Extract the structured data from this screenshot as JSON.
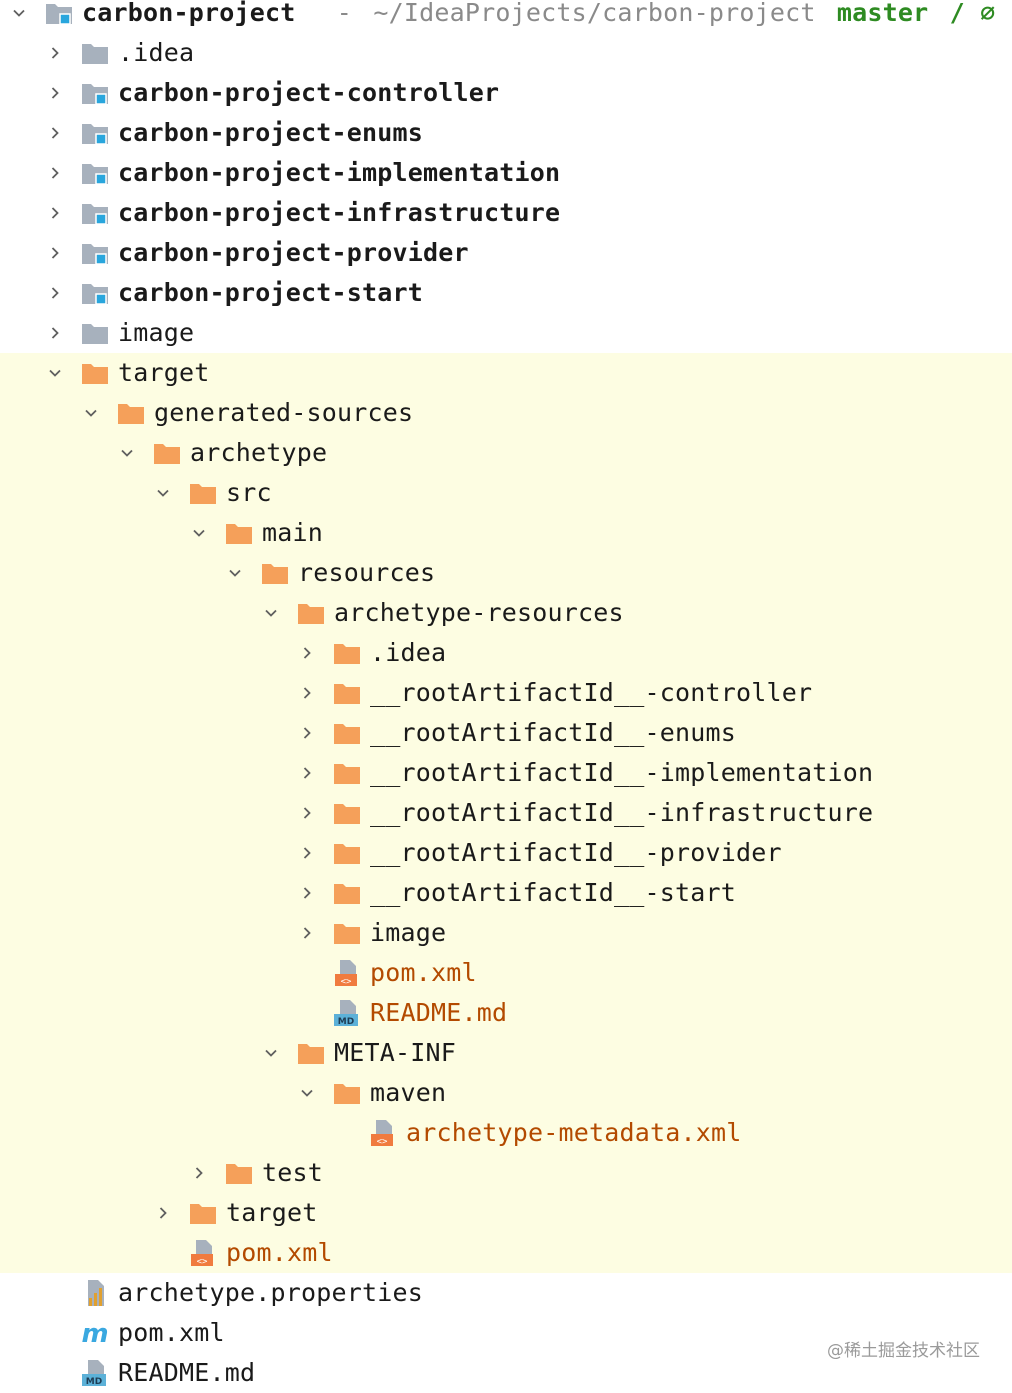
{
  "header": {
    "project_name": "carbon-project",
    "separator": "-",
    "path": "~/IdeaProjects/carbon-project",
    "branch": "master",
    "branch_suffix": "/ ⌀"
  },
  "tree": [
    {
      "name": "module-folder-icon",
      "level": 1,
      "expanded": false,
      "icon": "folder-grey",
      "label": ".idea",
      "style": "normal",
      "hl": false
    },
    {
      "name": "module-folder-icon",
      "level": 1,
      "expanded": false,
      "icon": "module",
      "label": "carbon-project-controller",
      "style": "bold",
      "hl": false
    },
    {
      "name": "module-folder-icon",
      "level": 1,
      "expanded": false,
      "icon": "module",
      "label": "carbon-project-enums",
      "style": "bold",
      "hl": false
    },
    {
      "name": "module-folder-icon",
      "level": 1,
      "expanded": false,
      "icon": "module",
      "label": "carbon-project-implementation",
      "style": "bold",
      "hl": false
    },
    {
      "name": "module-folder-icon",
      "level": 1,
      "expanded": false,
      "icon": "module",
      "label": "carbon-project-infrastructure",
      "style": "bold",
      "hl": false
    },
    {
      "name": "module-folder-icon",
      "level": 1,
      "expanded": false,
      "icon": "module",
      "label": "carbon-project-provider",
      "style": "bold",
      "hl": false
    },
    {
      "name": "module-folder-icon",
      "level": 1,
      "expanded": false,
      "icon": "module",
      "label": "carbon-project-start",
      "style": "bold",
      "hl": false
    },
    {
      "name": "folder-icon",
      "level": 1,
      "expanded": false,
      "icon": "folder-grey",
      "label": "image",
      "style": "normal",
      "hl": false
    },
    {
      "name": "folder-icon",
      "level": 1,
      "expanded": true,
      "icon": "folder-orange",
      "label": "target",
      "style": "normal",
      "hl": true
    },
    {
      "name": "folder-icon",
      "level": 2,
      "expanded": true,
      "icon": "folder-orange",
      "label": "generated-sources",
      "style": "normal",
      "hl": true
    },
    {
      "name": "folder-icon",
      "level": 3,
      "expanded": true,
      "icon": "folder-orange",
      "label": "archetype",
      "style": "normal",
      "hl": true
    },
    {
      "name": "folder-icon",
      "level": 4,
      "expanded": true,
      "icon": "folder-orange",
      "label": "src",
      "style": "normal",
      "hl": true
    },
    {
      "name": "folder-icon",
      "level": 5,
      "expanded": true,
      "icon": "folder-orange",
      "label": "main",
      "style": "normal",
      "hl": true
    },
    {
      "name": "folder-icon",
      "level": 6,
      "expanded": true,
      "icon": "folder-orange",
      "label": "resources",
      "style": "normal",
      "hl": true
    },
    {
      "name": "folder-icon",
      "level": 7,
      "expanded": true,
      "icon": "folder-orange",
      "label": "archetype-resources",
      "style": "normal",
      "hl": true
    },
    {
      "name": "folder-icon",
      "level": 8,
      "expanded": false,
      "icon": "folder-orange",
      "label": ".idea",
      "style": "normal",
      "hl": true
    },
    {
      "name": "folder-icon",
      "level": 8,
      "expanded": false,
      "icon": "folder-orange",
      "label": "__rootArtifactId__-controller",
      "style": "normal",
      "hl": true
    },
    {
      "name": "folder-icon",
      "level": 8,
      "expanded": false,
      "icon": "folder-orange",
      "label": "__rootArtifactId__-enums",
      "style": "normal",
      "hl": true
    },
    {
      "name": "folder-icon",
      "level": 8,
      "expanded": false,
      "icon": "folder-orange",
      "label": "__rootArtifactId__-implementation",
      "style": "normal",
      "hl": true
    },
    {
      "name": "folder-icon",
      "level": 8,
      "expanded": false,
      "icon": "folder-orange",
      "label": "__rootArtifactId__-infrastructure",
      "style": "normal",
      "hl": true
    },
    {
      "name": "folder-icon",
      "level": 8,
      "expanded": false,
      "icon": "folder-orange",
      "label": "__rootArtifactId__-provider",
      "style": "normal",
      "hl": true
    },
    {
      "name": "folder-icon",
      "level": 8,
      "expanded": false,
      "icon": "folder-orange",
      "label": "__rootArtifactId__-start",
      "style": "normal",
      "hl": true
    },
    {
      "name": "folder-icon",
      "level": 8,
      "expanded": false,
      "icon": "folder-orange",
      "label": "image",
      "style": "normal",
      "hl": true
    },
    {
      "name": "xml-file-icon",
      "level": 8,
      "expanded": null,
      "icon": "xml",
      "label": "pom.xml",
      "style": "orange",
      "hl": true
    },
    {
      "name": "markdown-file-icon",
      "level": 8,
      "expanded": null,
      "icon": "md",
      "label": "README.md",
      "style": "orange",
      "hl": true
    },
    {
      "name": "folder-icon",
      "level": 7,
      "expanded": true,
      "icon": "folder-orange",
      "label": "META-INF",
      "style": "normal",
      "hl": true
    },
    {
      "name": "folder-icon",
      "level": 8,
      "expanded": true,
      "icon": "folder-orange",
      "label": "maven",
      "style": "normal",
      "hl": true
    },
    {
      "name": "xml-file-icon",
      "level": 9,
      "expanded": null,
      "icon": "xml",
      "label": "archetype-metadata.xml",
      "style": "orange",
      "hl": true
    },
    {
      "name": "folder-icon",
      "level": 5,
      "expanded": false,
      "icon": "folder-orange",
      "label": "test",
      "style": "normal",
      "hl": true
    },
    {
      "name": "folder-icon",
      "level": 4,
      "expanded": false,
      "icon": "folder-orange",
      "label": "target",
      "style": "normal",
      "hl": true
    },
    {
      "name": "xml-file-icon",
      "level": 4,
      "expanded": null,
      "icon": "xml",
      "label": "pom.xml",
      "style": "orange",
      "hl": true
    },
    {
      "name": "properties-file-icon",
      "level": 1,
      "expanded": null,
      "icon": "properties",
      "label": "archetype.properties",
      "style": "normal",
      "hl": false
    },
    {
      "name": "maven-file-icon",
      "level": 1,
      "expanded": null,
      "icon": "maven",
      "label": "pom.xml",
      "style": "normal",
      "hl": false
    },
    {
      "name": "markdown-file-icon",
      "level": 1,
      "expanded": null,
      "icon": "md",
      "label": "README.md",
      "style": "normal",
      "hl": false
    }
  ],
  "watermark": "@稀土掘金技术社区",
  "colors": {
    "highlight": "#fdfde2",
    "folder_orange": "#f5a05a",
    "folder_grey": "#a7b1bd",
    "module_blue": "#29a6dd",
    "branch_green": "#2e8b22",
    "file_orange": "#b34a00"
  }
}
